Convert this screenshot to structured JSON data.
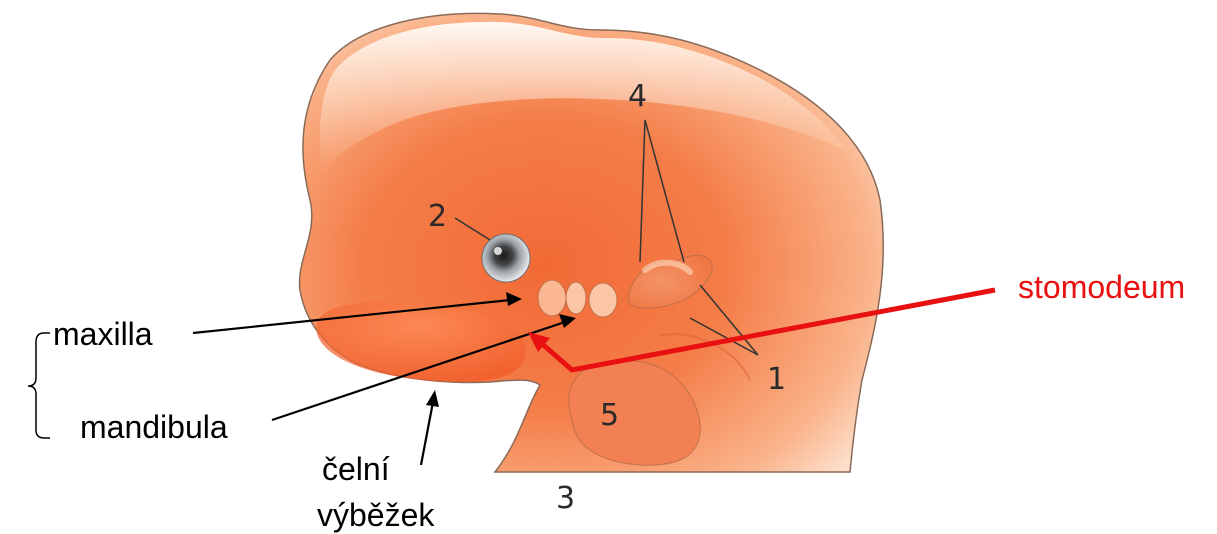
{
  "labels": {
    "stomodeum": "stomodeum",
    "maxilla": "maxilla",
    "mandibula": "mandibula",
    "celni_line1": "čelní",
    "celni_line2": "výběžek"
  },
  "numbers": {
    "n1": "1",
    "n2": "2",
    "n3": "3",
    "n4": "4",
    "n5": "5"
  },
  "colors": {
    "skin_dark": "#f0642e",
    "skin_mid": "#f7925a",
    "skin_light": "#fde2cc",
    "skin_highlight": "#fff6ee",
    "outline": "#8a6a58",
    "stomodeum_arrow": "#e81010",
    "label_arrow": "#000000"
  }
}
